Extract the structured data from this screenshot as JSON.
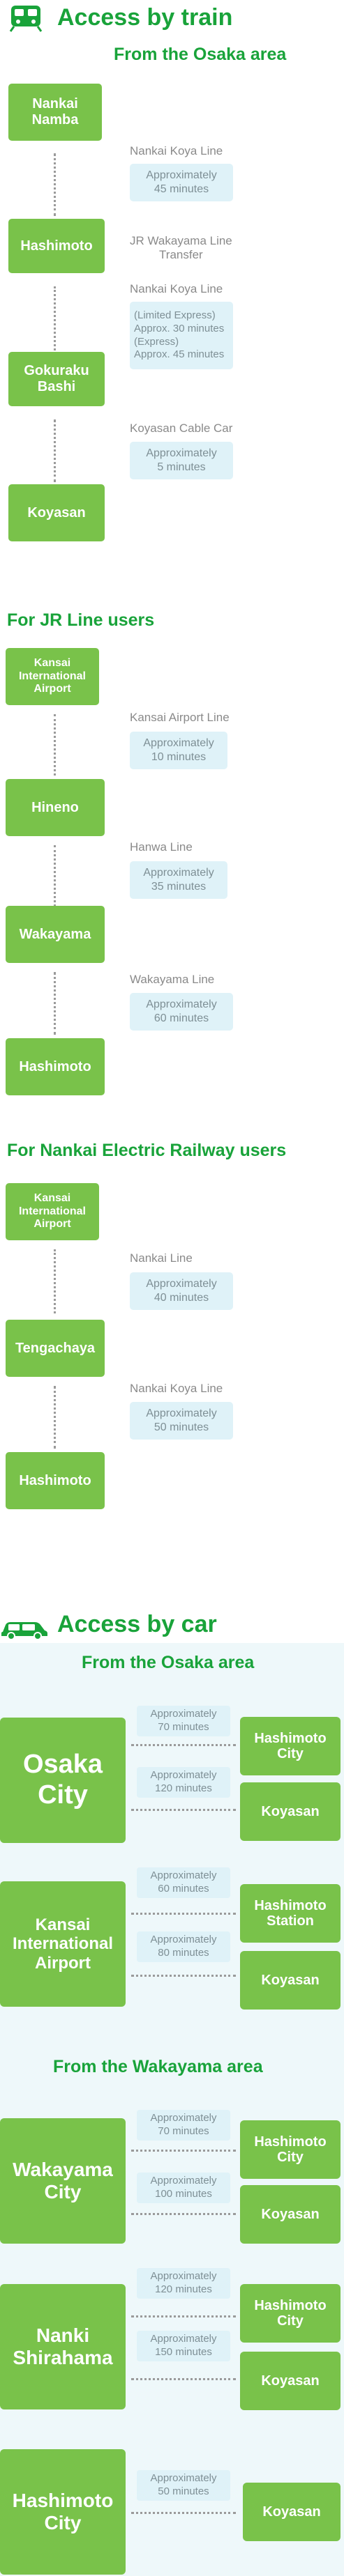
{
  "train": {
    "title": "Access by train",
    "osaka_heading": "From the Osaka area",
    "osaka": {
      "s1": "Nankai\nNamba",
      "l1": "Nankai Koya Line",
      "t1": "Approximately\n45 minutes",
      "s2": "Hashimoto",
      "transfer": "JR Wakayama Line\nTransfer",
      "l2": "Nankai Koya Line",
      "t2": "(Limited Express)\nApprox. 30 minutes\n(Express)\nApprox. 45 minutes",
      "s3": "Gokuraku\nBashi",
      "l3": "Koyasan Cable Car",
      "t3": "Approximately\n5 minutes",
      "s4": "Koyasan"
    },
    "jr_heading": "For JR Line users",
    "jr": {
      "s1": "Kansai\nInternational\nAirport",
      "l1": "Kansai Airport Line",
      "t1": "Approximately\n10 minutes",
      "s2": "Hineno",
      "l2": "Hanwa Line",
      "t2": "Approximately\n35 minutes",
      "s3": "Wakayama",
      "l3": "Wakayama Line",
      "t3": "Approximately\n60 minutes",
      "s4": "Hashimoto"
    },
    "nankai_heading": "For Nankai Electric Railway users",
    "nankai": {
      "s1": "Kansai\nInternational\nAirport",
      "l1": "Nankai Line",
      "t1": "Approximately\n40 minutes",
      "s2": "Tengachaya",
      "l2": "Nankai Koya Line",
      "t2": "Approximately\n50 minutes",
      "s3": "Hashimoto"
    }
  },
  "car": {
    "title": "Access by car",
    "osaka_heading": "From the Osaka area",
    "wakayama_heading": "From the Wakayama area",
    "routes": {
      "osaka_city": {
        "origin": "Osaka\nCity",
        "t1": "Approximately\n70 minutes",
        "d1": "Hashimoto\nCity",
        "t2": "Approximately\n120 minutes",
        "d2": "Koyasan"
      },
      "kix": {
        "origin": "Kansai\nInternational\nAirport",
        "t1": "Approximately\n60 minutes",
        "d1": "Hashimoto\nStation",
        "t2": "Approximately\n80 minutes",
        "d2": "Koyasan"
      },
      "wakayama": {
        "origin": "Wakayama\nCity",
        "t1": "Approximately\n70 minutes",
        "d1": "Hashimoto\nCity",
        "t2": "Approximately\n100 minutes",
        "d2": "Koyasan"
      },
      "nanki": {
        "origin": "Nanki\nShirahama",
        "t1": "Approximately\n120 minutes",
        "d1": "Hashimoto\nCity",
        "t2": "Approximately\n150 minutes",
        "d2": "Koyasan"
      },
      "hashimoto": {
        "origin": "Hashimoto\nCity",
        "t1": "Approximately\n50 minutes",
        "d1": "Koyasan"
      }
    }
  },
  "colors": {
    "accent": "#19a33a",
    "station": "#79c24a",
    "pill": "#dff2f8",
    "car_bg": "#eef8fa"
  },
  "icons": {
    "train": "train-icon",
    "car": "car-icon"
  }
}
